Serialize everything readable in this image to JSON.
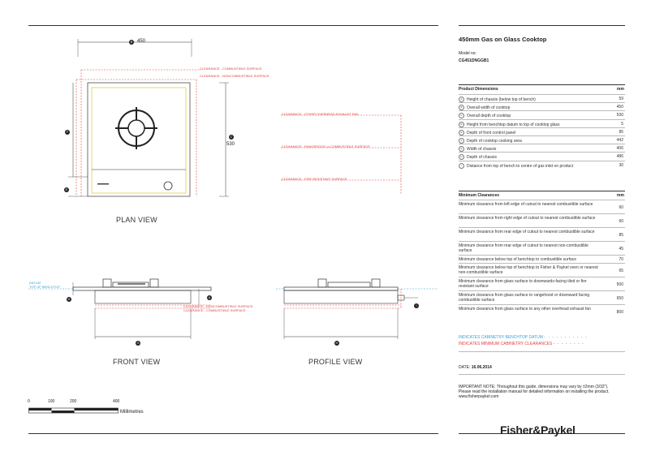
{
  "title": "450mm Gas on Glass Cooktop",
  "model_label": "Model no:",
  "model_number": "CG451DNGGB1",
  "product_dimensions": {
    "header": "Product Dimensions",
    "unit": "mm",
    "rows": [
      {
        "key": "A",
        "label": "Height of chassis (below top of bench)",
        "value": "59"
      },
      {
        "key": "B",
        "label": "Overall width of cooktop",
        "value": "450"
      },
      {
        "key": "C",
        "label": "Overall depth of cooktop",
        "value": "530"
      },
      {
        "key": "D",
        "label": "Height from benchtop datum to top of cooktop glass",
        "value": "5"
      },
      {
        "key": "E",
        "label": "Depth of front control panel",
        "value": "85"
      },
      {
        "key": "F",
        "label": "Depth of cooktop cooking area",
        "value": "442"
      },
      {
        "key": "G",
        "label": "Width of chassis",
        "value": "406"
      },
      {
        "key": "H",
        "label": "Depth of chassis",
        "value": "486"
      },
      {
        "key": "I",
        "label": "Distance from top of bench to centre of gas inlet on product",
        "value": "30"
      }
    ]
  },
  "minimum_clearances": {
    "header": "Minimum Clearances",
    "unit": "mm",
    "rows": [
      {
        "label": "Minimum clearance from left edge of cutout to nearest combustible surface",
        "value": "60"
      },
      {
        "label": "Minimum clearance from right edge of cutout to nearest combustible surface",
        "value": "60"
      },
      {
        "label": "Minimum clearance from rear edge of cutout to nearest combustible surface",
        "value": "85"
      },
      {
        "label": "Minimum clearance from rear edge of cutout to nearest non-combustible surface",
        "value": "45"
      },
      {
        "label": "Minimum clearance below top of benchtop to combustible surface",
        "value": "70"
      },
      {
        "label": "Minimum clearance below top of benchtop to Fisher & Paykel oven or nearest non-combustible surface",
        "value": "65"
      },
      {
        "label": "Minimum clearance from glass surface to downwards-facing tiled or fire resistant surface",
        "value": "500"
      },
      {
        "label": "Minimum clearance from glass surface to rangehood or downward facing combustible surface",
        "value": "650"
      },
      {
        "label": "Minimum clearance from glass surface to any other overhead exhaust fan",
        "value": "800"
      }
    ]
  },
  "legend": {
    "datum": "INDICATES CABINETRY BENCHTOP DATUM",
    "clearances": "INDICATES MINIMUM CABINETRY CLEARANCES"
  },
  "date_label": "DATE:",
  "date_value": "16.06.2014",
  "note": "IMPORTANT NOTE: Throughout this guide, dimensions may vary by ±2mm (3/32\"). Please read the installation manual for detailed information on installing the product. www.fisherpaykel.com",
  "brand": "Fisher&Paykel",
  "views": {
    "plan": "PLAN VIEW",
    "front": "FRONT VIEW",
    "profile": "PROFILE VIEW"
  },
  "plan_annotations": {
    "width_value": "450",
    "depth_value": "530",
    "clear_combustible": "CLEARANCE - COMBUSTIBLE SURFACE",
    "clear_noncombustible": "CLEARANCE - NONCOMBUSTIBLE SURFACE"
  },
  "profile_annotations": {
    "exhaust": "CLEARANCE - OTHER OVERHEAD EXHAUST FAN",
    "rangehood": "CLEARANCE - RANGEHOOD or COMBUSTIBLE SURFACE",
    "fire_resistant": "CLEARANCE - FIRE RESISTANT SURFACE"
  },
  "front_annotations": {
    "datum": "DATUM",
    "datum_sub": "TOP OF BENCHTOP",
    "below_noncombustible": "CLEARANCE - NONCOMBUSTIBLE SURFACE",
    "below_combustible": "CLEARANCE - COMBUSTIBLE SURFACE"
  },
  "scale": {
    "ticks": [
      "0",
      "100",
      "200",
      "400"
    ],
    "unit": "Millimetres"
  },
  "callouts": {
    "a": "A",
    "b": "B",
    "c": "C",
    "d": "D",
    "e": "E",
    "f": "F",
    "g": "G",
    "h": "H",
    "i": "I"
  }
}
